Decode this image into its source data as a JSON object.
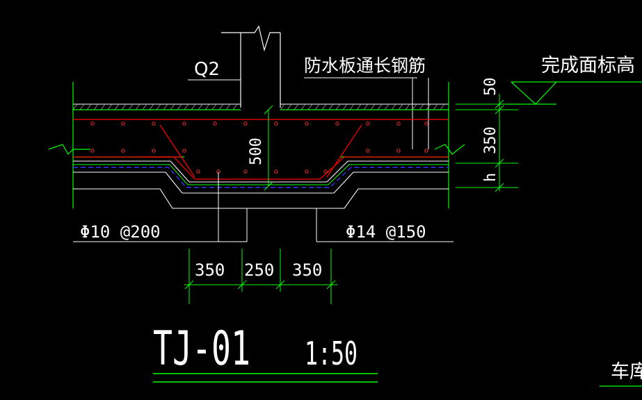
{
  "drawing": {
    "wall_label": "Q2",
    "waterproof_bar_label": "防水板通长钢筋",
    "finish_elevation_label": "完成面标高",
    "depth_label": "500",
    "rebar_left": "Φ10 @200",
    "rebar_right": "Φ14 @150",
    "right_dims": [
      "50",
      "350",
      "h"
    ],
    "bottom_dims": [
      "350",
      "250",
      "350"
    ],
    "title": "TJ-01",
    "scale": "1:50",
    "corner_label": "车库"
  },
  "colors": {
    "background": "#000000",
    "line_white": "#ffffff",
    "dim_green": "#00ff00",
    "rebar_red": "#ff0000",
    "membrane_blue": "#0000ff"
  }
}
